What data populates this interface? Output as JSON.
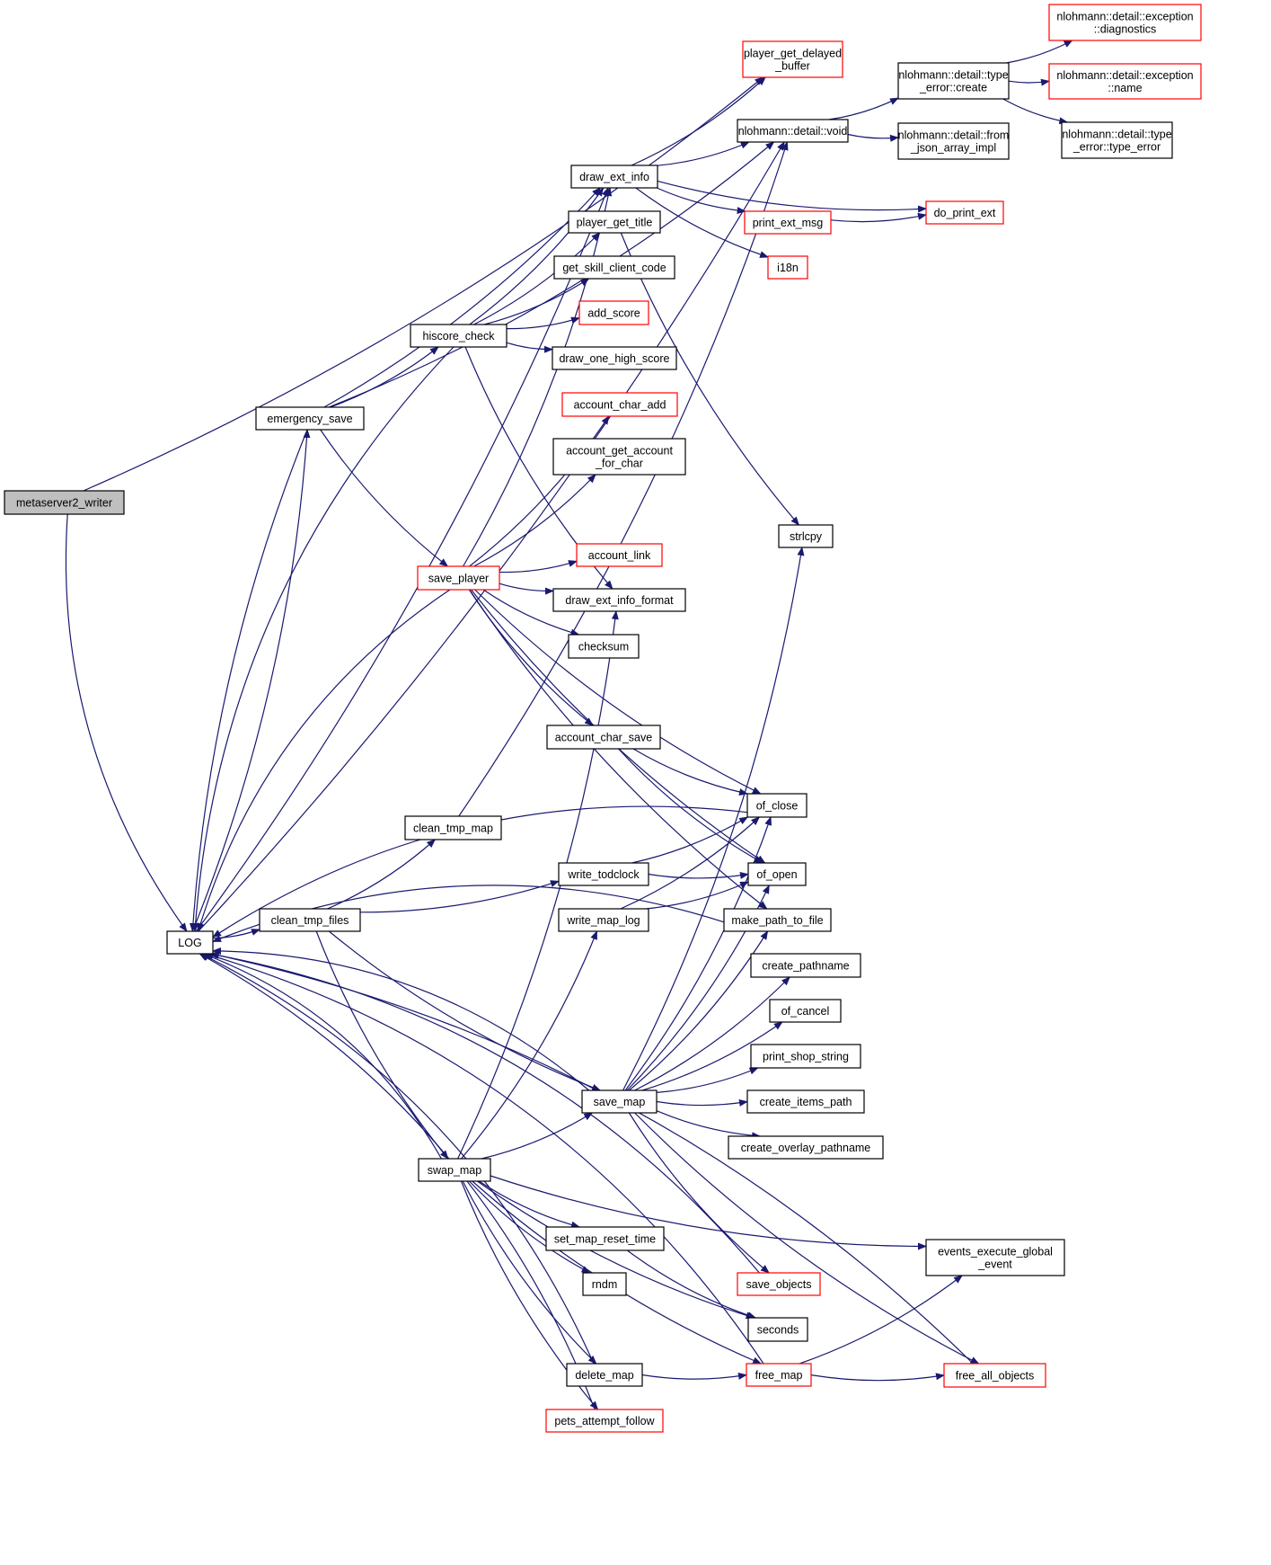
{
  "graph": {
    "title": "Call graph of LOG callers",
    "colors": {
      "edge": "#191970",
      "node_border_default": "#000000",
      "node_border_undocumented": "#FF0000",
      "node_fill_default": "#FFFFFF",
      "node_fill_root": "#BFBFBF"
    },
    "nodes": [
      {
        "id": "metaserver2_writer",
        "lines": [
          "metaserver2_writer"
        ],
        "style": "root"
      },
      {
        "id": "LOG",
        "lines": [
          "LOG"
        ],
        "style": "normal"
      },
      {
        "id": "emergency_save",
        "lines": [
          "emergency_save"
        ],
        "style": "normal"
      },
      {
        "id": "clean_tmp_files",
        "lines": [
          "clean_tmp_files"
        ],
        "style": "normal"
      },
      {
        "id": "hiscore_check",
        "lines": [
          "hiscore_check"
        ],
        "style": "normal"
      },
      {
        "id": "save_player",
        "lines": [
          "save_player"
        ],
        "style": "red"
      },
      {
        "id": "clean_tmp_map",
        "lines": [
          "clean_tmp_map"
        ],
        "style": "normal"
      },
      {
        "id": "swap_map",
        "lines": [
          "swap_map"
        ],
        "style": "normal"
      },
      {
        "id": "draw_ext_info",
        "lines": [
          "draw_ext_info"
        ],
        "style": "normal"
      },
      {
        "id": "player_get_title",
        "lines": [
          "player_get_title"
        ],
        "style": "normal"
      },
      {
        "id": "get_skill_client_code",
        "lines": [
          "get_skill_client_code"
        ],
        "style": "normal"
      },
      {
        "id": "add_score",
        "lines": [
          "add_score"
        ],
        "style": "red"
      },
      {
        "id": "draw_one_high_score",
        "lines": [
          "draw_one_high_score"
        ],
        "style": "normal"
      },
      {
        "id": "account_char_add",
        "lines": [
          "account_char_add"
        ],
        "style": "red"
      },
      {
        "id": "account_get_account_for_char",
        "lines": [
          "account_get_account",
          "_for_char"
        ],
        "style": "normal"
      },
      {
        "id": "account_link",
        "lines": [
          "account_link"
        ],
        "style": "red"
      },
      {
        "id": "draw_ext_info_format",
        "lines": [
          "draw_ext_info_format"
        ],
        "style": "normal"
      },
      {
        "id": "checksum",
        "lines": [
          "checksum"
        ],
        "style": "normal"
      },
      {
        "id": "account_char_save",
        "lines": [
          "account_char_save"
        ],
        "style": "normal"
      },
      {
        "id": "write_todclock",
        "lines": [
          "write_todclock"
        ],
        "style": "normal"
      },
      {
        "id": "write_map_log",
        "lines": [
          "write_map_log"
        ],
        "style": "normal"
      },
      {
        "id": "save_map",
        "lines": [
          "save_map"
        ],
        "style": "normal"
      },
      {
        "id": "set_map_reset_time",
        "lines": [
          "set_map_reset_time"
        ],
        "style": "normal"
      },
      {
        "id": "rndm",
        "lines": [
          "rndm"
        ],
        "style": "normal"
      },
      {
        "id": "delete_map",
        "lines": [
          "delete_map"
        ],
        "style": "normal"
      },
      {
        "id": "pets_attempt_follow",
        "lines": [
          "pets_attempt_follow"
        ],
        "style": "red"
      },
      {
        "id": "player_get_delayed_buffer",
        "lines": [
          "player_get_delayed",
          "_buffer"
        ],
        "style": "red"
      },
      {
        "id": "nlohmann_detail_void",
        "lines": [
          "nlohmann::detail::void"
        ],
        "style": "normal"
      },
      {
        "id": "print_ext_msg",
        "lines": [
          "print_ext_msg"
        ],
        "style": "red"
      },
      {
        "id": "i18n",
        "lines": [
          "i18n"
        ],
        "style": "red"
      },
      {
        "id": "strlcpy",
        "lines": [
          "strlcpy"
        ],
        "style": "normal"
      },
      {
        "id": "of_close",
        "lines": [
          "of_close"
        ],
        "style": "normal"
      },
      {
        "id": "of_open",
        "lines": [
          "of_open"
        ],
        "style": "normal"
      },
      {
        "id": "make_path_to_file",
        "lines": [
          "make_path_to_file"
        ],
        "style": "normal"
      },
      {
        "id": "create_pathname",
        "lines": [
          "create_pathname"
        ],
        "style": "normal"
      },
      {
        "id": "of_cancel",
        "lines": [
          "of_cancel"
        ],
        "style": "normal"
      },
      {
        "id": "print_shop_string",
        "lines": [
          "print_shop_string"
        ],
        "style": "normal"
      },
      {
        "id": "create_items_path",
        "lines": [
          "create_items_path"
        ],
        "style": "normal"
      },
      {
        "id": "create_overlay_pathname",
        "lines": [
          "create_overlay_pathname"
        ],
        "style": "normal"
      },
      {
        "id": "save_objects",
        "lines": [
          "save_objects"
        ],
        "style": "red"
      },
      {
        "id": "seconds",
        "lines": [
          "seconds"
        ],
        "style": "normal"
      },
      {
        "id": "free_map",
        "lines": [
          "free_map"
        ],
        "style": "red"
      },
      {
        "id": "type_error_create",
        "lines": [
          "nlohmann::detail::type",
          "_error::create"
        ],
        "style": "normal"
      },
      {
        "id": "from_json_array_impl",
        "lines": [
          "nlohmann::detail::from",
          "_json_array_impl"
        ],
        "style": "normal"
      },
      {
        "id": "do_print_ext",
        "lines": [
          "do_print_ext"
        ],
        "style": "red"
      },
      {
        "id": "events_execute_global_event",
        "lines": [
          "events_execute_global",
          "_event"
        ],
        "style": "normal"
      },
      {
        "id": "free_all_objects",
        "lines": [
          "free_all_objects"
        ],
        "style": "red"
      },
      {
        "id": "exception_diagnostics",
        "lines": [
          "nlohmann::detail::exception",
          "::diagnostics"
        ],
        "style": "red"
      },
      {
        "id": "exception_name",
        "lines": [
          "nlohmann::detail::exception",
          "::name"
        ],
        "style": "red"
      },
      {
        "id": "type_error_type_error",
        "lines": [
          "nlohmann::detail::type",
          "_error::type_error"
        ],
        "style": "normal"
      }
    ],
    "edges": [
      {
        "from": "metaserver2_writer",
        "to": "LOG"
      },
      {
        "from": "metaserver2_writer",
        "to": "player_get_delayed_buffer"
      },
      {
        "from": "LOG",
        "to": "clean_tmp_files"
      },
      {
        "from": "LOG",
        "to": "emergency_save"
      },
      {
        "from": "LOG",
        "to": "draw_ext_info"
      },
      {
        "from": "LOG",
        "to": "nlohmann_detail_void"
      },
      {
        "from": "emergency_save",
        "to": "hiscore_check"
      },
      {
        "from": "emergency_save",
        "to": "save_player"
      },
      {
        "from": "emergency_save",
        "to": "draw_ext_info"
      },
      {
        "from": "emergency_save",
        "to": "nlohmann_detail_void"
      },
      {
        "from": "emergency_save",
        "to": "LOG"
      },
      {
        "from": "hiscore_check",
        "to": "draw_ext_info"
      },
      {
        "from": "hiscore_check",
        "to": "player_get_title"
      },
      {
        "from": "hiscore_check",
        "to": "get_skill_client_code"
      },
      {
        "from": "hiscore_check",
        "to": "add_score"
      },
      {
        "from": "hiscore_check",
        "to": "draw_one_high_score"
      },
      {
        "from": "hiscore_check",
        "to": "draw_ext_info_format"
      },
      {
        "from": "hiscore_check",
        "to": "LOG"
      },
      {
        "from": "save_player",
        "to": "draw_ext_info"
      },
      {
        "from": "save_player",
        "to": "account_char_add"
      },
      {
        "from": "save_player",
        "to": "account_get_account_for_char"
      },
      {
        "from": "save_player",
        "to": "account_link"
      },
      {
        "from": "save_player",
        "to": "draw_ext_info_format"
      },
      {
        "from": "save_player",
        "to": "checksum"
      },
      {
        "from": "save_player",
        "to": "account_char_save"
      },
      {
        "from": "save_player",
        "to": "of_close"
      },
      {
        "from": "save_player",
        "to": "of_open"
      },
      {
        "from": "save_player",
        "to": "make_path_to_file"
      },
      {
        "from": "save_player",
        "to": "LOG"
      },
      {
        "from": "draw_ext_info",
        "to": "player_get_delayed_buffer"
      },
      {
        "from": "draw_ext_info",
        "to": "nlohmann_detail_void"
      },
      {
        "from": "draw_ext_info",
        "to": "do_print_ext"
      },
      {
        "from": "draw_ext_info",
        "to": "print_ext_msg"
      },
      {
        "from": "draw_ext_info",
        "to": "i18n"
      },
      {
        "from": "print_ext_msg",
        "to": "do_print_ext"
      },
      {
        "from": "player_get_title",
        "to": "strlcpy"
      },
      {
        "from": "nlohmann_detail_void",
        "to": "type_error_create"
      },
      {
        "from": "nlohmann_detail_void",
        "to": "from_json_array_impl"
      },
      {
        "from": "type_error_create",
        "to": "exception_diagnostics"
      },
      {
        "from": "type_error_create",
        "to": "exception_name"
      },
      {
        "from": "type_error_create",
        "to": "type_error_type_error"
      },
      {
        "from": "account_char_save",
        "to": "of_close"
      },
      {
        "from": "account_char_save",
        "to": "of_open"
      },
      {
        "from": "clean_tmp_files",
        "to": "clean_tmp_map"
      },
      {
        "from": "clean_tmp_files",
        "to": "write_todclock"
      },
      {
        "from": "clean_tmp_files",
        "to": "save_map"
      },
      {
        "from": "clean_tmp_files",
        "to": "swap_map"
      },
      {
        "from": "clean_tmp_map",
        "to": "nlohmann_detail_void"
      },
      {
        "from": "write_todclock",
        "to": "of_open"
      },
      {
        "from": "write_todclock",
        "to": "of_close"
      },
      {
        "from": "write_map_log",
        "to": "of_open"
      },
      {
        "from": "write_map_log",
        "to": "of_close"
      },
      {
        "from": "of_close",
        "to": "LOG"
      },
      {
        "from": "make_path_to_file",
        "to": "LOG"
      },
      {
        "from": "save_map",
        "to": "LOG"
      },
      {
        "from": "save_map",
        "to": "strlcpy"
      },
      {
        "from": "save_map",
        "to": "of_close"
      },
      {
        "from": "save_map",
        "to": "of_open"
      },
      {
        "from": "save_map",
        "to": "make_path_to_file"
      },
      {
        "from": "save_map",
        "to": "create_pathname"
      },
      {
        "from": "save_map",
        "to": "of_cancel"
      },
      {
        "from": "save_map",
        "to": "print_shop_string"
      },
      {
        "from": "save_map",
        "to": "create_items_path"
      },
      {
        "from": "save_map",
        "to": "create_overlay_pathname"
      },
      {
        "from": "save_map",
        "to": "save_objects"
      },
      {
        "from": "save_map",
        "to": "free_all_objects"
      },
      {
        "from": "swap_map",
        "to": "LOG"
      },
      {
        "from": "swap_map",
        "to": "save_map"
      },
      {
        "from": "swap_map",
        "to": "draw_ext_info_format"
      },
      {
        "from": "swap_map",
        "to": "write_map_log"
      },
      {
        "from": "swap_map",
        "to": "events_execute_global_event"
      },
      {
        "from": "swap_map",
        "to": "set_map_reset_time"
      },
      {
        "from": "swap_map",
        "to": "rndm"
      },
      {
        "from": "swap_map",
        "to": "seconds"
      },
      {
        "from": "swap_map",
        "to": "delete_map"
      },
      {
        "from": "swap_map",
        "to": "free_map"
      },
      {
        "from": "swap_map",
        "to": "pets_attempt_follow"
      },
      {
        "from": "set_map_reset_time",
        "to": "seconds"
      },
      {
        "from": "delete_map",
        "to": "free_map"
      },
      {
        "from": "delete_map",
        "to": "LOG"
      },
      {
        "from": "free_map",
        "to": "free_all_objects"
      },
      {
        "from": "free_map",
        "to": "events_execute_global_event"
      },
      {
        "from": "free_map",
        "to": "LOG"
      },
      {
        "from": "save_objects",
        "to": "LOG"
      },
      {
        "from": "pets_attempt_follow",
        "to": "LOG"
      },
      {
        "from": "free_all_objects",
        "to": "LOG"
      }
    ]
  }
}
